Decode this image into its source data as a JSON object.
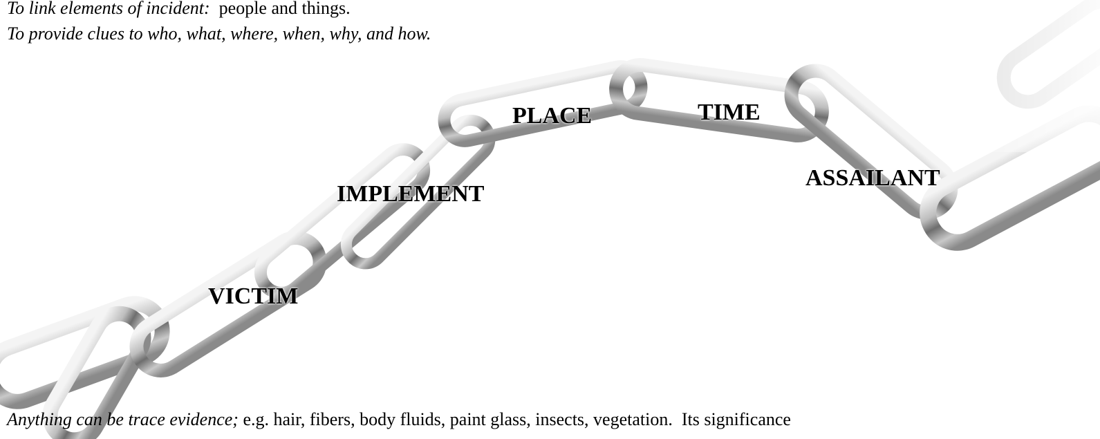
{
  "purpose_lines": [
    {
      "italic": "To link elements of incident:",
      "plain": "  people and things."
    },
    {
      "italic": "To provide clues to who, what, where, when, why, and how.",
      "plain": ""
    }
  ],
  "chain": {
    "image_name": "steel-chain-image",
    "labels": {
      "victim": "VICTIM",
      "implement": "IMPLEMENT",
      "place": "PLACE",
      "time": "TIME",
      "assailant": "ASSAILANT"
    }
  },
  "trace_line": {
    "italic": "Anything can be trace evidence;",
    "plain": " e.g. hair, fibers, body fluids, paint glass, insects, vegetation.  Its significance"
  },
  "colors": {
    "text": "#000000",
    "background": "#ffffff",
    "chain_metal": "#9a9a9a"
  }
}
